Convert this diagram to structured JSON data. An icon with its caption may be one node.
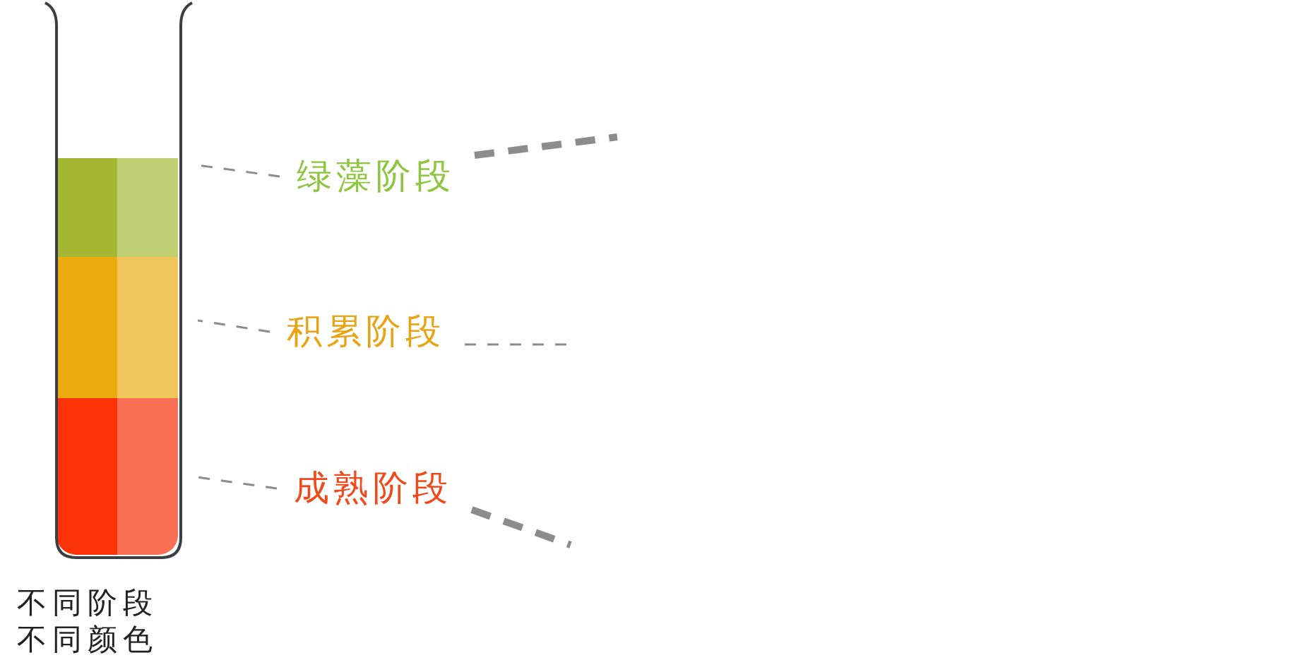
{
  "diagram": {
    "nodes": [
      {
        "text": [],
        "shape": "picture",
        "beside": [
          "不同阶段不同颜色"
        ]
      },
      {
        "text": [],
        "shape": "bar",
        "in": 0
      },
      {
        "text": [],
        "shape": "bar",
        "in": 0
      },
      {
        "text": [],
        "shape": "bar",
        "in": 0
      },
      {
        "text": [
          "绿藻阶段"
        ]
      },
      {
        "text": [
          "积累阶段"
        ]
      },
      {
        "text": [
          "成熟阶段"
        ]
      }
    ],
    "edges": [
      {
        "from": 4,
        "to": 1,
        "arrow": "none",
        "style": "dashed"
      },
      {
        "from": 4,
        "to": null,
        "arrow": "none",
        "style": "dashed"
      },
      {
        "from": 5,
        "to": 2,
        "arrow": "none",
        "style": "dashed"
      },
      {
        "from": 5,
        "to": null,
        "arrow": "none",
        "style": "dashed"
      },
      {
        "from": 6,
        "to": 3,
        "arrow": "none",
        "style": "dashed"
      },
      {
        "from": 6,
        "to": null,
        "arrow": "none",
        "style": "dashed"
      }
    ]
  }
}
